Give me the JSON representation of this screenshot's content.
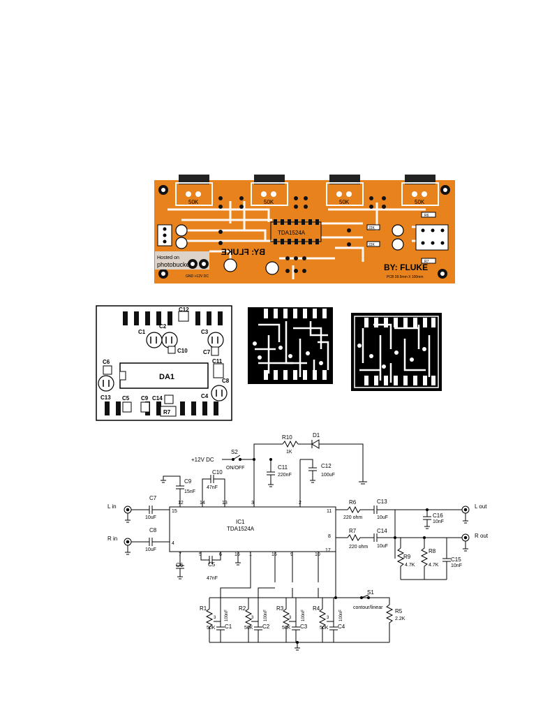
{
  "pcb": {
    "pot_labels": [
      "50K",
      "50K",
      "50K",
      "50K"
    ],
    "ic_label": "TDA1524A",
    "author_mirror": "BY: FLUKE",
    "author": "BY: FLUKE",
    "size_note": "PCB 28.5mm X 100mm",
    "watermark_line1": "Hosted on",
    "watermark_line2": "photobucket",
    "power_label": "GND  +12V DC",
    "r_labels": [
      "22K",
      "22K",
      "R6",
      "R7"
    ]
  },
  "layout": {
    "chip": "DA1",
    "parts": [
      "C12",
      "C1",
      "C2",
      "C3",
      "C10",
      "C7",
      "C6",
      "C11",
      "C8",
      "C13",
      "C4",
      "C5",
      "C9",
      "C14",
      "R7"
    ]
  },
  "schematic": {
    "supply": "+12V DC",
    "s2": "S2",
    "s2_text": "ON/OFF",
    "r10": "R10",
    "r10_val": "1K",
    "d1": "D1",
    "c11": "C11",
    "c11_val": "220nF",
    "c12": "C12",
    "c12_val": "100uF",
    "c9": "C9",
    "c9_val": "15nF",
    "c10": "C10",
    "c10_val": "47nF",
    "l_in": "L in",
    "r_in": "R in",
    "c7": "C7",
    "c7_val": "10uF",
    "c8": "C8",
    "c8_val": "10uF",
    "ic_name": "IC1",
    "ic_part": "TDA1524A",
    "pins": {
      "p12": "12",
      "p14": "14",
      "p13": "13",
      "p3": "3",
      "p2": "2",
      "p15": "15",
      "p4": "4",
      "p11": "11",
      "p8": "8",
      "p7": "7",
      "p5": "5",
      "p6": "6",
      "p16a": "16",
      "p1": "1",
      "p16b": "16",
      "p9": "9",
      "p10": "10",
      "p17": "17"
    },
    "c6": "C6",
    "c5": "C5",
    "c5_val": "47nF",
    "r6": "R6",
    "r6_val": "220 ohm",
    "r7": "R7",
    "r7_val": "220 ohm",
    "c13": "C13",
    "c13_val": "10uF",
    "c14": "C14",
    "c14_val": "10uF",
    "c16": "C16",
    "c16_val": "10nF",
    "c15": "C15",
    "c15_val": "10nF",
    "l_out": "L out",
    "r_out": "R out",
    "r9": "R9",
    "r9_val": "4.7K",
    "r8": "R8",
    "r8_val": "4.7K",
    "s1": "S1",
    "s1_text": "contour/linear",
    "r5": "R5",
    "r5_val": "2.2K",
    "pots": [
      {
        "name": "R1",
        "val": "50K",
        "wiper": "3",
        "cap": "C1",
        "cap_val": "100nF"
      },
      {
        "name": "R2",
        "val": "50K",
        "wiper": "3",
        "cap": "C2",
        "cap_val": "100nF"
      },
      {
        "name": "R3",
        "val": "50K",
        "wiper": "3",
        "cap": "C3",
        "cap_val": "100nF"
      },
      {
        "name": "R4",
        "val": "50K",
        "wiper": "3",
        "cap": "C4",
        "cap_val": "100nF"
      }
    ]
  }
}
